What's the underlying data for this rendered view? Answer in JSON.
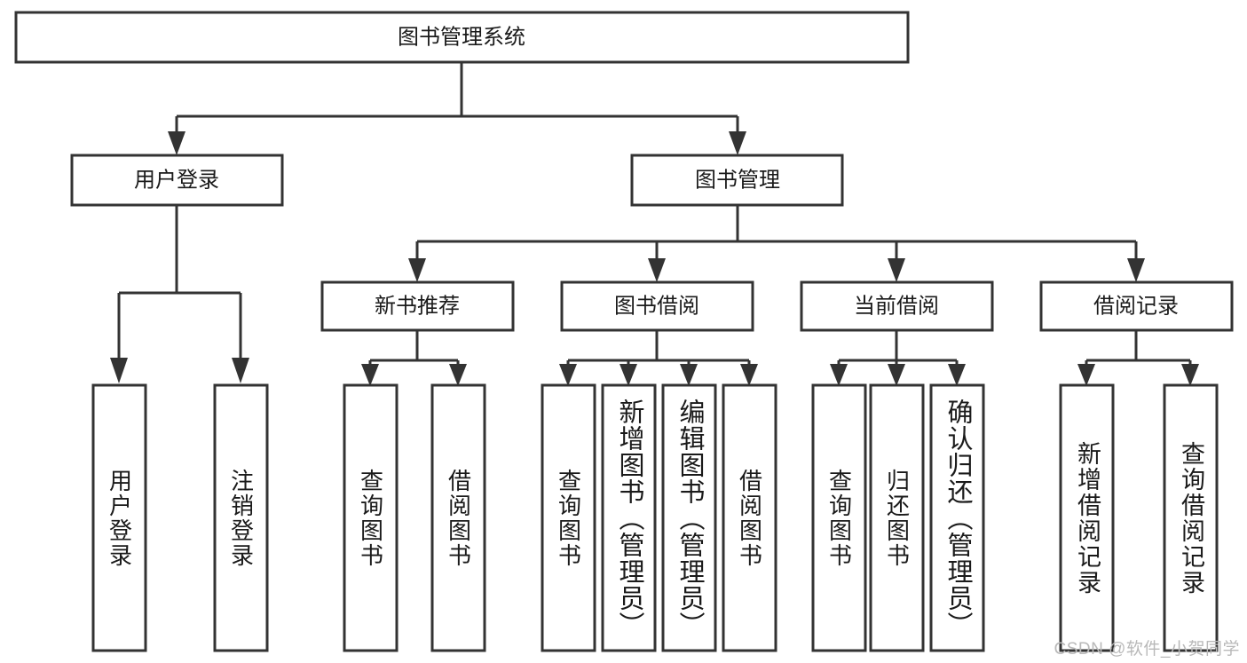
{
  "diagram": {
    "title": "图书管理系统",
    "type": "tree-hierarchy-diagram",
    "colors": {
      "stroke": "#333333",
      "fill": "#ffffff",
      "text": "#1a1a1a",
      "watermark": "#b9b9b9"
    },
    "root": {
      "label": "图书管理系统"
    },
    "level2": [
      {
        "label": "用户登录"
      },
      {
        "label": "图书管理"
      }
    ],
    "level3": [
      {
        "label": "新书推荐"
      },
      {
        "label": "图书借阅"
      },
      {
        "label": "当前借阅"
      },
      {
        "label": "借阅记录"
      }
    ],
    "leaves": {
      "user_login": [
        {
          "label": "用户登录"
        },
        {
          "label": "注销登录"
        }
      ],
      "new_book": [
        {
          "label": "查询图书"
        },
        {
          "label": "借阅图书"
        }
      ],
      "book_borrow": [
        {
          "label": "查询图书"
        },
        {
          "label": "新增图书（管理员）"
        },
        {
          "label": "编辑图书（管理员）"
        },
        {
          "label": "借阅图书"
        }
      ],
      "current_borrow": [
        {
          "label": "查询图书"
        },
        {
          "label": "归还图书"
        },
        {
          "label": "确认归还（管理员）"
        }
      ],
      "borrow_record": [
        {
          "label": "新增借阅记录"
        },
        {
          "label": "查询借阅记录"
        }
      ]
    },
    "watermark": "CSDN @软件_小贺同学"
  }
}
